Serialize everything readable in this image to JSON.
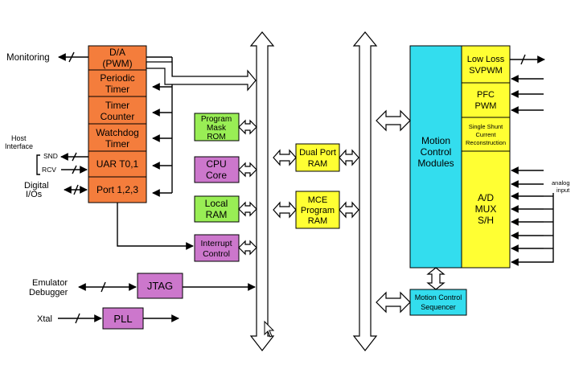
{
  "colors": {
    "orange": "#f47d3c",
    "green": "#99ee55",
    "purple": "#cc77cc",
    "yellow": "#ffff33",
    "cyan": "#33ddee"
  },
  "left_stack": {
    "da_line1": "D/A",
    "da_line2": "(PWM)",
    "periodic_line1": "Periodic",
    "periodic_line2": "Timer",
    "counter_line1": "Timer",
    "counter_line2": "Counter",
    "watchdog_line1": "Watchdog",
    "watchdog_line2": "Timer",
    "uart": "UAR T0,1",
    "port": "Port 1,2,3"
  },
  "external": {
    "monitoring": "Monitoring",
    "host_line1": "Host",
    "host_line2": "Interface",
    "snd": "SND",
    "rcv": "RCV",
    "digital_line1": "Digital",
    "digital_line2": "I/Os",
    "emulator_line1": "Emulator",
    "emulator_line2": "Debugger",
    "xtal": "Xtal",
    "analog_line1": "analog",
    "analog_line2": "input"
  },
  "middle": {
    "rom_line1": "Program",
    "rom_line2": "Mask",
    "rom_line3": "ROM",
    "cpu_line1": "CPU",
    "cpu_line2": "Core",
    "ram_line1": "Local",
    "ram_line2": "RAM",
    "interrupt_line1": "Interrupt",
    "interrupt_line2": "Control",
    "jtag": "JTAG",
    "pll": "PLL",
    "dualport_line1": "Dual Port",
    "dualport_line2": "RAM",
    "mce_line1": "MCE",
    "mce_line2": "Program",
    "mce_line3": "RAM"
  },
  "right": {
    "mcm_line1": "Motion",
    "mcm_line2": "Control",
    "mcm_line3": "Modules",
    "svpwm_line1": "Low Loss",
    "svpwm_line2": "SVPWM",
    "pfc_line1": "PFC",
    "pfc_line2": "PWM",
    "shunt_line1": "Single Shunt",
    "shunt_line2": "Current",
    "shunt_line3": "Reconstruction",
    "ad_line1": "A/D",
    "ad_line2": "MUX",
    "ad_line3": "S/H",
    "seq_line1": "Motion Control",
    "seq_line2": "Sequencer"
  }
}
